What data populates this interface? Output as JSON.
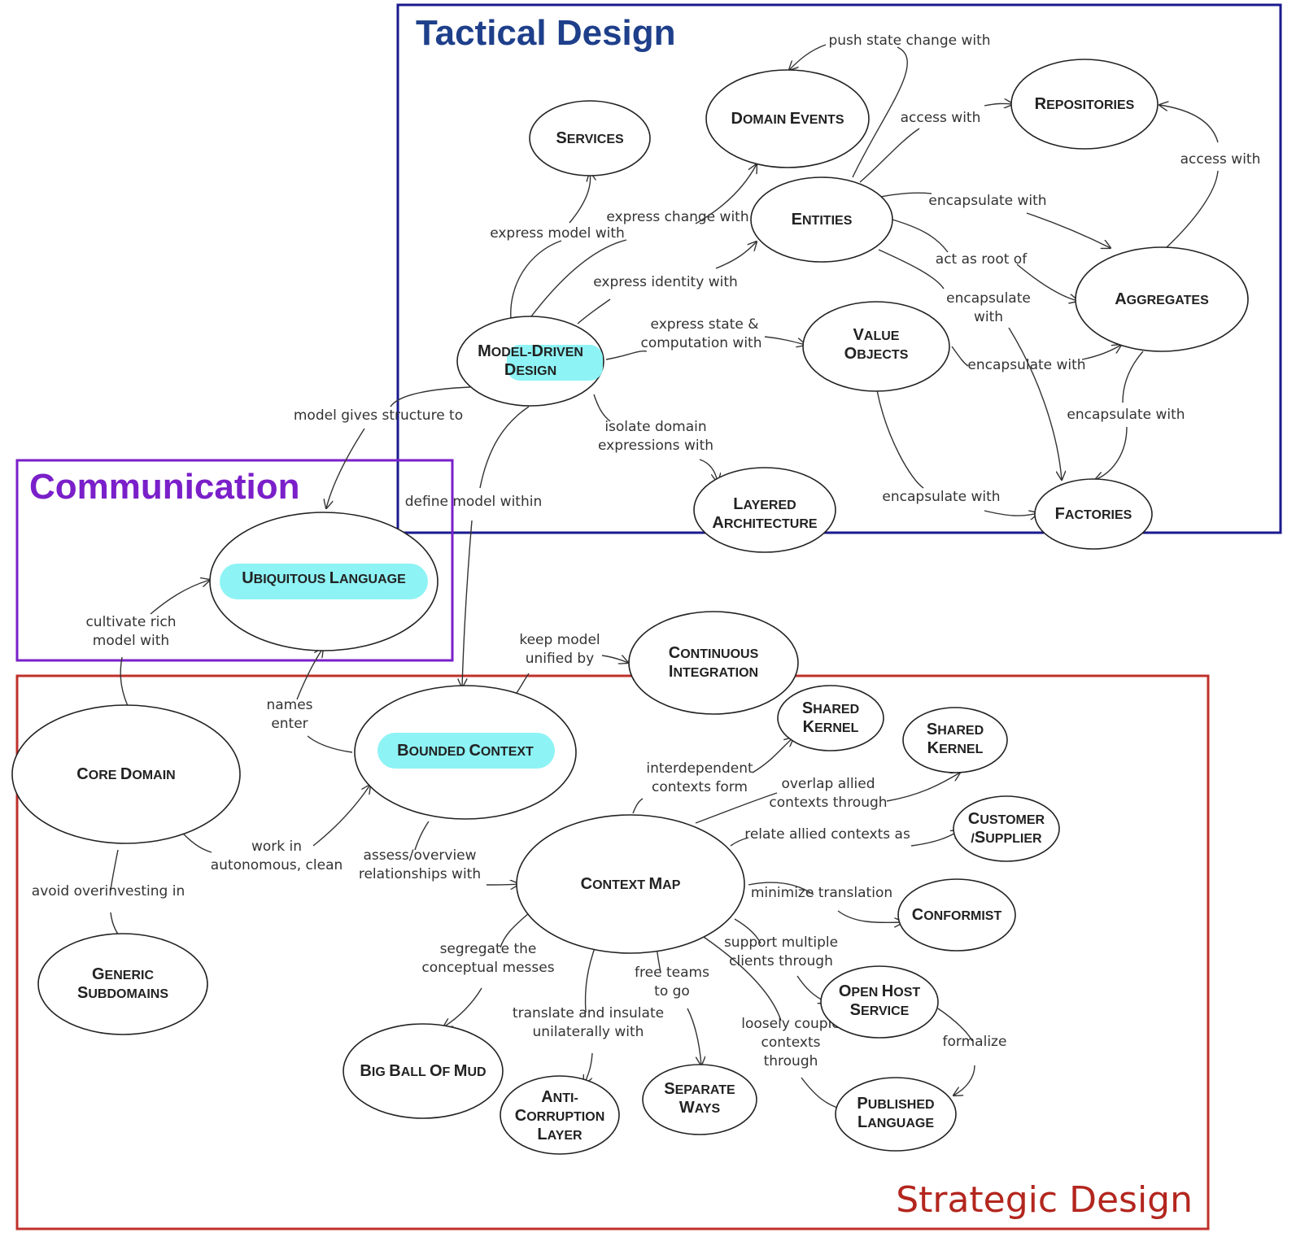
{
  "regions": {
    "tactical": {
      "title": "Tactical Design",
      "color": "#1a1a8f",
      "title_color": "#1e3f8a"
    },
    "communication": {
      "title": "Communication",
      "color": "#7a1fc9",
      "title_color": "#7a1fc9"
    },
    "strategic": {
      "title": "Strategic Design",
      "color": "#c0302a",
      "title_color": "#b3261e"
    }
  },
  "highlight_color": "#8ef3f5",
  "nodes": {
    "services": {
      "big": [
        "S",
        "",
        ""
      ],
      "small": [
        "ERVICES",
        "",
        ""
      ]
    },
    "domain_events": "DOMAIN EVENTS",
    "repositories": "REPOSITORIES",
    "entities": "ENTITIES",
    "aggregates": "AGGREGATES",
    "model_driven_design": [
      "MODEL-DRIVEN",
      "DESIGN"
    ],
    "value_objects": [
      "VALUE",
      "OBJECTS"
    ],
    "layered_architecture": [
      "LAYERED",
      "ARCHITECTURE"
    ],
    "factories": "FACTORIES",
    "ubiquitous_language": "UBIQUITOUS LANGUAGE",
    "continuous_integration": [
      "CONTINUOUS",
      "INTEGRATION"
    ],
    "core_domain": "CORE DOMAIN",
    "bounded_context": "BOUNDED CONTEXT",
    "shared_kernel_1": [
      "SHARED",
      "KERNEL"
    ],
    "shared_kernel_2": [
      "SHARED",
      "KERNEL"
    ],
    "customer_supplier": [
      "CUSTOMER",
      "/SUPPLIER"
    ],
    "context_map": "CONTEXT MAP",
    "conformist": "CONFORMIST",
    "generic_subdomains": [
      "GENERIC",
      "SUBDOMAINS"
    ],
    "open_host_service": [
      "OPEN HOST",
      "SERVICE"
    ],
    "big_ball_of_mud": "BIG BALL OF MUD",
    "anti_corruption_layer": [
      "ANTI-",
      "CORRUPTION",
      "LAYER"
    ],
    "separate_ways": [
      "SEPARATE",
      "WAYS"
    ],
    "published_language": [
      "PUBLISHED",
      "LANGUAGE"
    ]
  },
  "edges": {
    "push_state_change": "push state change with",
    "access_with_1": "access with",
    "access_with_2": "access with",
    "express_model_with": "express model with",
    "express_change_with": "express change with",
    "encapsulate_with_1": "encapsulate with",
    "act_as_root_of": "act as root of",
    "express_identity_with": "express identity with",
    "encapsulate_with_2": [
      "encapsulate",
      "with"
    ],
    "express_state": [
      "express state &",
      "computation with"
    ],
    "encapsulate_with_3": "encapsulate with",
    "encapsulate_with_4": "encapsulate with",
    "model_gives_structure": "model gives structure to",
    "isolate_domain": [
      "isolate domain",
      "expressions with"
    ],
    "define_model_within": "define model within",
    "encapsulate_with_5": "encapsulate with",
    "cultivate_rich": [
      "cultivate rich",
      "model with"
    ],
    "keep_model_unified": [
      "keep model",
      "unified by"
    ],
    "names_enter": [
      "names",
      "enter"
    ],
    "interdependent": [
      "interdependent",
      "contexts form"
    ],
    "overlap_allied": [
      "overlap allied",
      "contexts through"
    ],
    "relate_allied": "relate allied contexts as",
    "work_in": [
      "work in",
      "autonomous, clean"
    ],
    "assess_overview": [
      "assess/overview",
      "relationships with"
    ],
    "avoid_overinvesting": "avoid overinvesting in",
    "minimize_translation": "minimize translation",
    "support_multiple": [
      "support multiple",
      "clients through"
    ],
    "segregate": [
      "segregate the",
      "conceptual messes"
    ],
    "free_teams": [
      "free teams",
      "to go"
    ],
    "translate_insulate": [
      "translate and insulate",
      "unilaterally with"
    ],
    "loosely_couple": [
      "loosely couple",
      "contexts",
      "through"
    ],
    "formalize": "formalize"
  }
}
